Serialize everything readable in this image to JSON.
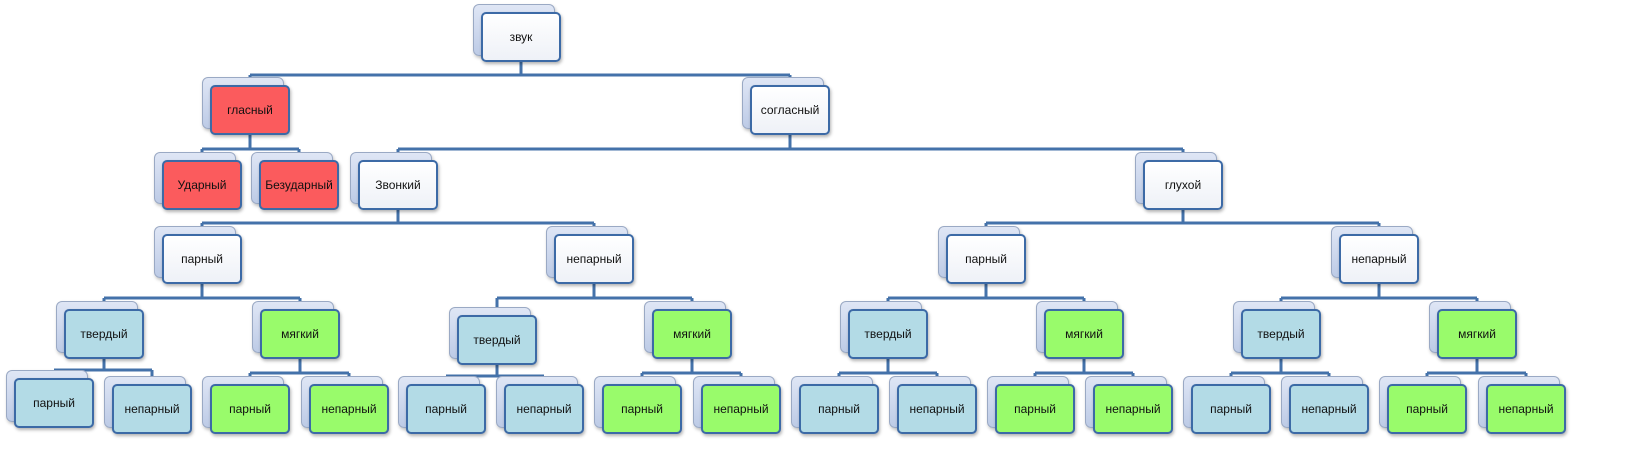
{
  "colors": {
    "line": "#4472aa",
    "white": "#ffffff",
    "red": "#fb5b5d",
    "green": "#99fb6b",
    "blue": "#b3dbe6"
  },
  "nodes": [
    {
      "id": "zvuk",
      "label": "звук",
      "color": "white"
    },
    {
      "id": "glasny",
      "label": "гласный",
      "color": "red"
    },
    {
      "id": "soglasny",
      "label": "согласный",
      "color": "white"
    },
    {
      "id": "udarny",
      "label": "Ударный",
      "color": "red"
    },
    {
      "id": "bezudarny",
      "label": "Безударный",
      "color": "red"
    },
    {
      "id": "zvonky",
      "label": "Звонкий",
      "color": "white"
    },
    {
      "id": "glukhoy",
      "label": "глухой",
      "color": "white"
    },
    {
      "id": "zv_parny",
      "label": "парный",
      "color": "white"
    },
    {
      "id": "zv_neparny",
      "label": "непарный",
      "color": "white"
    },
    {
      "id": "gl_parny",
      "label": "парный",
      "color": "white"
    },
    {
      "id": "gl_neparny",
      "label": "непарный",
      "color": "white"
    },
    {
      "id": "t1",
      "label": "твердый",
      "color": "blue"
    },
    {
      "id": "m1",
      "label": "мягкий",
      "color": "green"
    },
    {
      "id": "t2",
      "label": "твердый",
      "color": "blue"
    },
    {
      "id": "m2",
      "label": "мягкий",
      "color": "green"
    },
    {
      "id": "t3",
      "label": "твердый",
      "color": "blue"
    },
    {
      "id": "m3",
      "label": "мягкий",
      "color": "green"
    },
    {
      "id": "t4",
      "label": "твердый",
      "color": "blue"
    },
    {
      "id": "m4",
      "label": "мягкий",
      "color": "green"
    },
    {
      "id": "t1p",
      "label": "парный",
      "color": "blue"
    },
    {
      "id": "t1n",
      "label": "непарный",
      "color": "blue"
    },
    {
      "id": "m1p",
      "label": "парный",
      "color": "green"
    },
    {
      "id": "m1n",
      "label": "непарный",
      "color": "green"
    },
    {
      "id": "t2p",
      "label": "парный",
      "color": "blue"
    },
    {
      "id": "t2n",
      "label": "непарный",
      "color": "blue"
    },
    {
      "id": "m2p",
      "label": "парный",
      "color": "green"
    },
    {
      "id": "m2n",
      "label": "непарный",
      "color": "green"
    },
    {
      "id": "t3p",
      "label": "парный",
      "color": "blue"
    },
    {
      "id": "t3n",
      "label": "непарный",
      "color": "blue"
    },
    {
      "id": "m3p",
      "label": "парный",
      "color": "green"
    },
    {
      "id": "m3n",
      "label": "непарный",
      "color": "green"
    },
    {
      "id": "t4p",
      "label": "парный",
      "color": "blue"
    },
    {
      "id": "t4n",
      "label": "непарный",
      "color": "blue"
    },
    {
      "id": "m4p",
      "label": "парный",
      "color": "green"
    },
    {
      "id": "m4n",
      "label": "непарный",
      "color": "green"
    }
  ],
  "edges": [
    [
      "zvuk",
      "glasny"
    ],
    [
      "zvuk",
      "soglasny"
    ],
    [
      "glasny",
      "udarny"
    ],
    [
      "glasny",
      "bezudarny"
    ],
    [
      "soglasny",
      "zvonky"
    ],
    [
      "soglasny",
      "glukhoy"
    ],
    [
      "zvonky",
      "zv_parny"
    ],
    [
      "zvonky",
      "zv_neparny"
    ],
    [
      "glukhoy",
      "gl_parny"
    ],
    [
      "glukhoy",
      "gl_neparny"
    ],
    [
      "zv_parny",
      "t1"
    ],
    [
      "zv_parny",
      "m1"
    ],
    [
      "zv_neparny",
      "t2"
    ],
    [
      "zv_neparny",
      "m2"
    ],
    [
      "gl_parny",
      "t3"
    ],
    [
      "gl_parny",
      "m3"
    ],
    [
      "gl_neparny",
      "t4"
    ],
    [
      "gl_neparny",
      "m4"
    ],
    [
      "t1",
      "t1p"
    ],
    [
      "t1",
      "t1n"
    ],
    [
      "m1",
      "m1p"
    ],
    [
      "m1",
      "m1n"
    ],
    [
      "t2",
      "t2p"
    ],
    [
      "t2",
      "t2n"
    ],
    [
      "m2",
      "m2p"
    ],
    [
      "m2",
      "m2n"
    ],
    [
      "t3",
      "t3p"
    ],
    [
      "t3",
      "t3n"
    ],
    [
      "m3",
      "m3p"
    ],
    [
      "m3",
      "m3n"
    ],
    [
      "t4",
      "t4p"
    ],
    [
      "t4",
      "t4n"
    ],
    [
      "m4",
      "m4p"
    ],
    [
      "m4",
      "m4n"
    ]
  ]
}
